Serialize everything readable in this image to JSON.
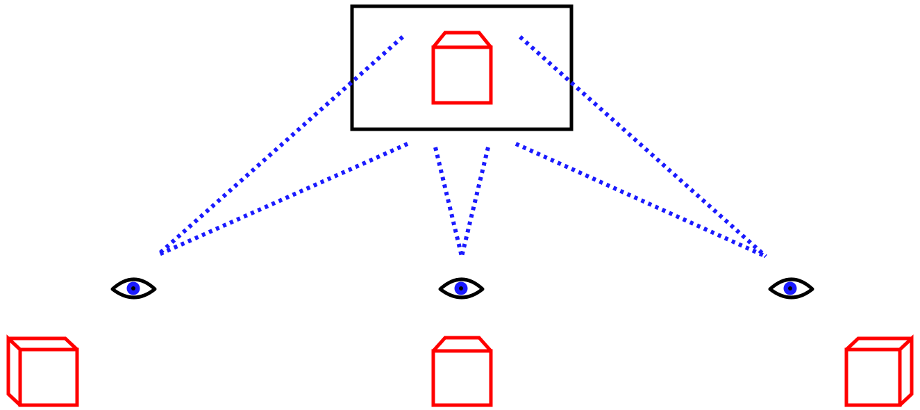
{
  "colors": {
    "background": "#ffffff",
    "frame": "#000000",
    "cube": "#ff0000",
    "sight_line": "#1a1aff",
    "eye_outline": "#000000",
    "iris": "#1a1aff",
    "pupil": "#000000"
  },
  "elements": {
    "screen": {
      "icon": "display-frame"
    },
    "displayed_object": {
      "icon": "cube-icon",
      "view": "front"
    },
    "viewers": [
      {
        "id": "left",
        "icon": "eye-icon",
        "object_view": "left-side"
      },
      {
        "id": "center",
        "icon": "eye-icon",
        "object_view": "front"
      },
      {
        "id": "right",
        "icon": "eye-icon",
        "object_view": "right-side"
      }
    ]
  }
}
